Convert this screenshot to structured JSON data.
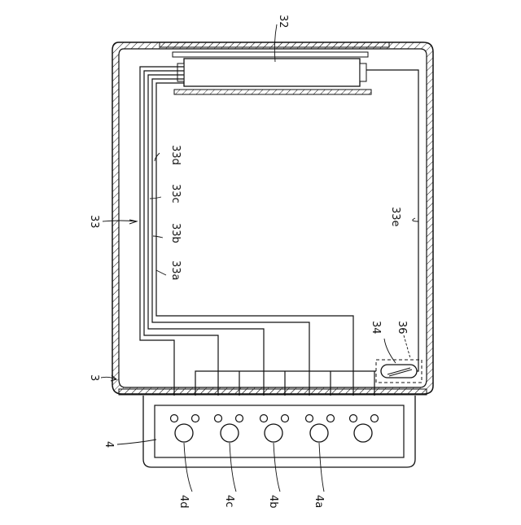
{
  "labels": {
    "housing": "3",
    "display": "32",
    "wiring": "33",
    "wire_a": "33a",
    "wire_b": "33b",
    "wire_c": "33c",
    "wire_d": "33d",
    "wire_e": "33e",
    "component_34": "34",
    "component_36": "36",
    "connector": "4",
    "pin_a": "4a",
    "pin_b": "4b",
    "pin_c": "4c",
    "pin_d": "4d"
  }
}
